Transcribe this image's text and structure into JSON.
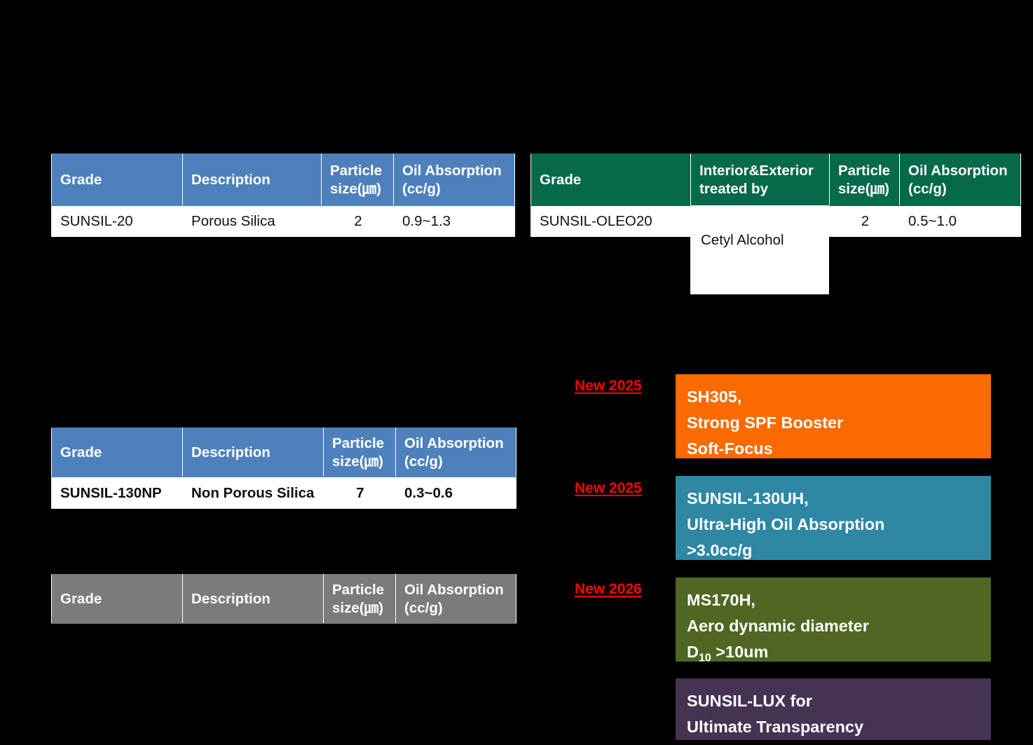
{
  "tables": [
    {
      "id": "sunsil-20-table",
      "accent": "#4E81BC",
      "headers": [
        "Grade",
        "Description",
        "Particle size(㎛)",
        "Oil Absorption (cc/g)"
      ],
      "header_lines": [
        [
          "Grade"
        ],
        [
          "Description"
        ],
        [
          "Particle",
          "size(㎛)"
        ],
        [
          "Oil Absorption",
          "(cc/g)"
        ]
      ],
      "rows": [
        [
          "SUNSIL-20",
          "Porous Silica",
          "2",
          "0.9~1.3"
        ]
      ]
    },
    {
      "id": "sunsil-oleo20-table",
      "accent": "#06694B",
      "headers": [
        "Grade",
        "Interior&Exterior treated by",
        "Particle size(㎛)",
        "Oil Absorption (cc/g)"
      ],
      "header_lines": [
        [
          "Grade"
        ],
        [
          "Interior&Exterior",
          "treated by"
        ],
        [
          "Particle",
          "size(㎛)"
        ],
        [
          "Oil Absorption",
          "(cc/g)"
        ]
      ],
      "rows": [
        [
          "SUNSIL-OLEO20",
          "Cetyl Alcohol",
          "2",
          "0.5~1.0"
        ]
      ]
    },
    {
      "id": "sunsil-130np-table",
      "accent": "#4E81BC",
      "headers": [
        "Grade",
        "Description",
        "Particle size(㎛)",
        "Oil Absorption (cc/g)"
      ],
      "header_lines": [
        [
          "Grade"
        ],
        [
          "Description"
        ],
        [
          "Particle",
          "size(㎛)"
        ],
        [
          "Oil Absorption",
          "(cc/g)"
        ]
      ],
      "rows": [
        [
          "SUNSIL-130NP",
          "Non Porous Silica",
          "7",
          "0.3~0.6"
        ]
      ]
    },
    {
      "id": "empty-gray-table",
      "accent": "#7B7B7B",
      "headers": [
        "Grade",
        "Description",
        "Particle size(㎛)",
        "Oil Absorption (cc/g)"
      ],
      "header_lines": [
        [
          "Grade"
        ],
        [
          "Description"
        ],
        [
          "Particle",
          "size(㎛)"
        ],
        [
          "Oil Absorption",
          "(cc/g)"
        ]
      ],
      "rows": []
    }
  ],
  "roadmap": {
    "tag_color": "#FF0000",
    "items": [
      {
        "tag": "New 2025",
        "color": "#FA6A00",
        "lines": [
          "SH305,",
          "Strong SPF Booster",
          "Soft-Focus"
        ],
        "text": "SH305,\nStrong SPF Booster\nSoft-Focus"
      },
      {
        "tag": "New 2025",
        "color": "#2E87A3",
        "lines": [
          "SUNSIL-130UH,",
          "Ultra-High Oil Absorption",
          ">3.0cc/g"
        ],
        "text": "SUNSIL-130UH,\nUltra-High Oil Absorption\n>3.0cc/g"
      },
      {
        "tag": "New 2026",
        "color": "#4F6722",
        "lines": [
          "MS170H,",
          "Aero dynamic diameter",
          "D10 >10um"
        ],
        "line1": "MS170H,",
        "line2": "Aero dynamic diameter",
        "line3_pre": "D",
        "line3_sub": "10",
        "line3_post": " >10um"
      },
      {
        "tag": "",
        "color": "#463253",
        "lines": [
          "SUNSIL-LUX for",
          "Ultimate Transparency"
        ],
        "text": "SUNSIL-LUX for\nUltimate Transparency"
      }
    ]
  }
}
